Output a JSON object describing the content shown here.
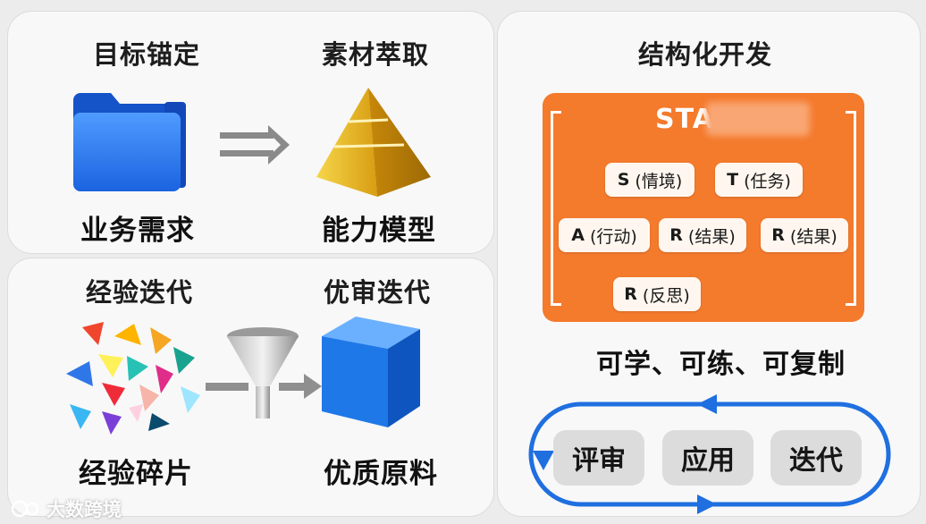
{
  "top_left": {
    "goal_heading": "目标锚定",
    "source_heading": "素材萃取",
    "input_caption": "业务需求",
    "output_caption": "能力模型"
  },
  "bottom_left": {
    "exp_heading": "经验迭代",
    "review_heading": "优审迭代",
    "input_caption": "经验碎片",
    "output_caption": "优质原料"
  },
  "right": {
    "heading": "结构化开发",
    "sta_title": "STA",
    "chips": {
      "s": {
        "letter": "S",
        "text": "(情境)"
      },
      "t": {
        "letter": "T",
        "text": "(任务)"
      },
      "a": {
        "letter": "A",
        "text": "(行动)"
      },
      "r1": {
        "letter": "R",
        "text": "(结果)"
      },
      "r2": {
        "letter": "R",
        "text": "(结果)"
      },
      "r3": {
        "letter": "R",
        "text": "(反思)"
      }
    },
    "tagline": "可学、可练、可复制",
    "loop": {
      "review": "评审",
      "apply": "应用",
      "iterate": "迭代"
    }
  },
  "watermark": "大数跨境",
  "colors": {
    "orange": "#f47a2c",
    "blue_loop": "#1f6fe0",
    "folder_blue": "#2a7cf0",
    "gold": "#e0b321",
    "cube_blue": "#1f78e8"
  },
  "icons": [
    "folder-icon",
    "double-arrow-icon",
    "pyramid-icon",
    "shards-icon",
    "funnel-icon",
    "cube-icon",
    "loop-arrow-icon"
  ]
}
